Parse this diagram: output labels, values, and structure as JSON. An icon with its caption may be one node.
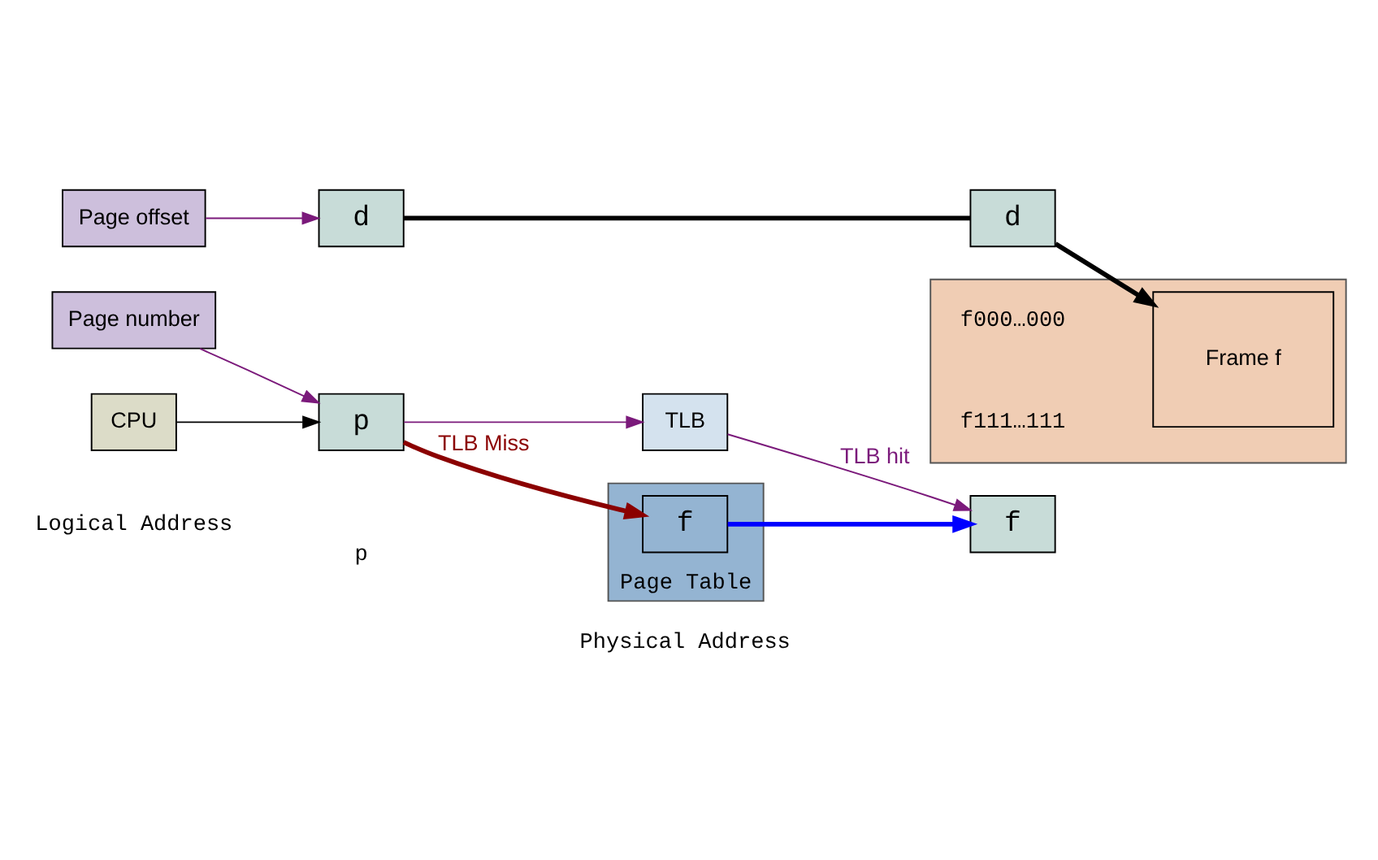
{
  "diagram": {
    "nodes": [
      {
        "text": [
          "Page number"
        ]
      },
      {
        "text": [
          "Page offset"
        ]
      },
      {
        "text": [
          "CPU"
        ]
      },
      {
        "text": [
          "p"
        ]
      },
      {
        "text": [
          "d"
        ]
      },
      {
        "text": [
          "TLB"
        ]
      },
      {
        "text": [
          "f"
        ]
      },
      {
        "text": [
          "d"
        ]
      },
      {
        "text": [],
        "shape": "box",
        "beside": [
          "Page Table"
        ]
      },
      {
        "text": [
          "f"
        ],
        "in": 8
      },
      {
        "text": [],
        "shape": "box"
      },
      {
        "text": [
          "Frame f"
        ],
        "in": 10,
        "beside": [
          "f000…000",
          "f111…111"
        ]
      }
    ],
    "edges": [
      {
        "from": 0,
        "to": 3,
        "arrow": "to",
        "color": "#7b1a7b"
      },
      {
        "from": 1,
        "to": 4,
        "arrow": "to",
        "color": "#7b1a7b"
      },
      {
        "from": 2,
        "to": 3,
        "arrow": "to",
        "color": "#000000"
      },
      {
        "from": 3,
        "to": 5,
        "arrow": "to",
        "color": "#7b1a7b"
      },
      {
        "from": 5,
        "to": 6,
        "arrow": "to",
        "label": "TLB hit",
        "color": "#7b1a7b"
      },
      {
        "from": 3,
        "to": 9,
        "arrow": "to",
        "label": "TLB Miss",
        "style": "thick",
        "color": "#8b0000"
      },
      {
        "from": 9,
        "to": 6,
        "arrow": "to",
        "style": "thick",
        "color": "#0000ff"
      },
      {
        "from": 4,
        "to": 7,
        "arrow": "none",
        "style": "thick",
        "color": "#000000"
      },
      {
        "from": 7,
        "to": 11,
        "arrow": "to",
        "style": "thick",
        "color": "#000000"
      }
    ],
    "labels": [
      "Logical Address",
      "Physical Address",
      "p"
    ]
  }
}
